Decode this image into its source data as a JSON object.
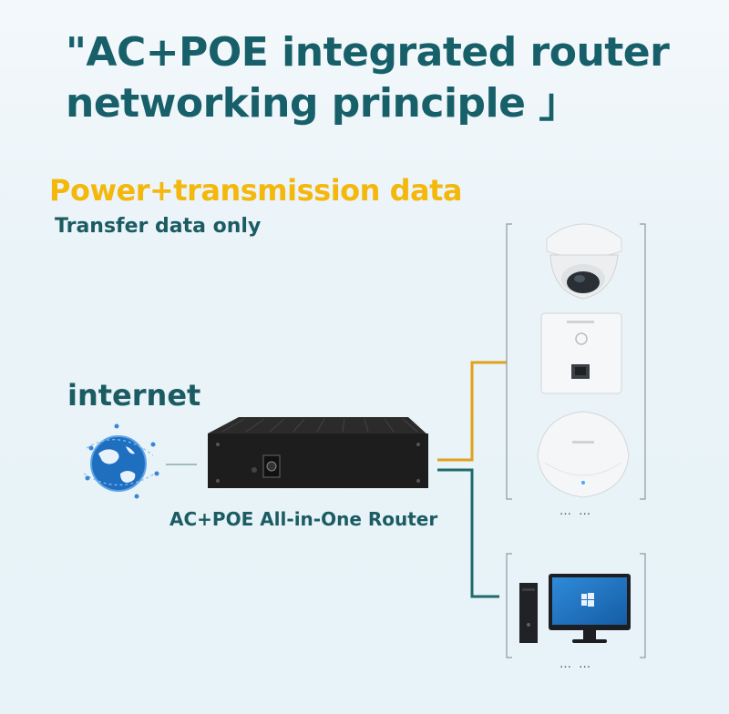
{
  "title_line1": "\"AC+POE integrated router",
  "title_line2": "networking principle 」",
  "legend": {
    "power_transmission": "Power+transmission data",
    "transfer_only": "Transfer data only"
  },
  "internet_label": "internet",
  "router_label": "AC+POE All-in-One Router",
  "poe_devices_more": "… …",
  "pc_devices_more": "… …",
  "colors": {
    "title": "#17606a",
    "power_line": "#e0a21e",
    "data_line": "#1f6b6b"
  }
}
